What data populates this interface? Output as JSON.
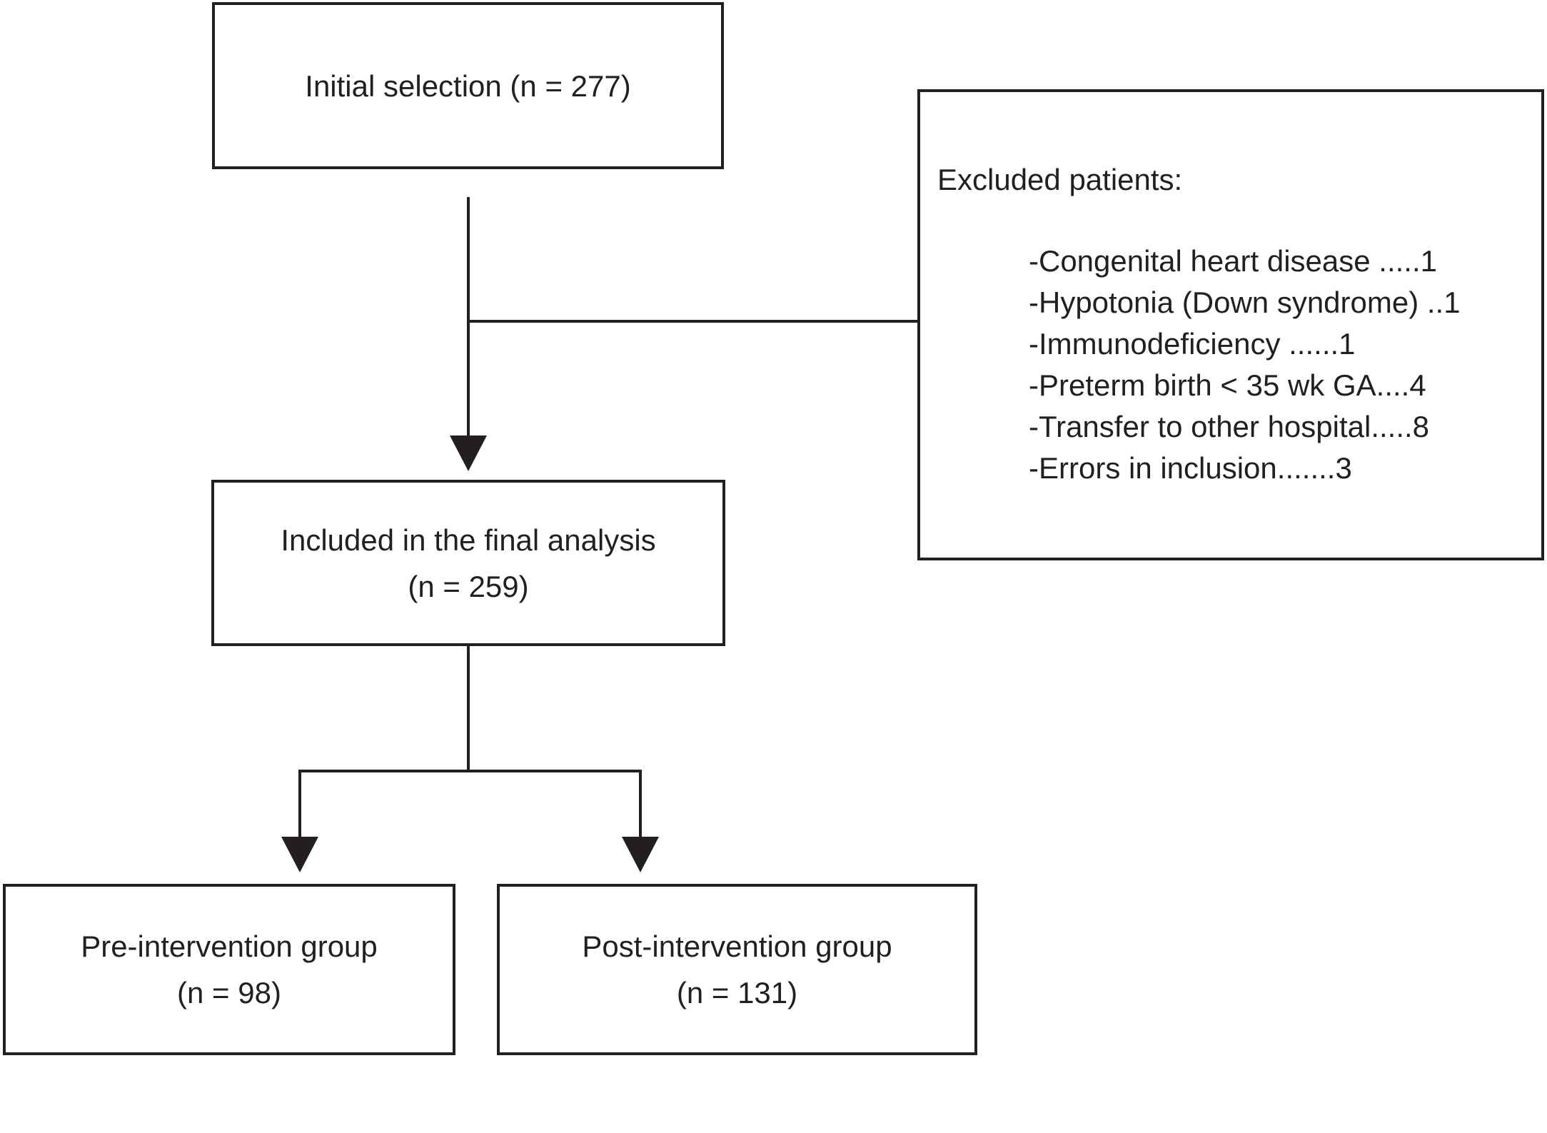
{
  "colors": {
    "ink": "#231f20",
    "background": "#ffffff"
  },
  "boxes": {
    "initial": {
      "label": "Initial selection (n = 277)"
    },
    "excluded": {
      "title": "Excluded patients:",
      "items": [
        "-Congenital heart disease .....1",
        "-Hypotonia (Down syndrome) ..1",
        "-Immunodeficiency ......1",
        "-Preterm birth < 35 wk GA....4",
        "-Transfer to other hospital.....8",
        "-Errors in inclusion.......3"
      ]
    },
    "included": {
      "line1": "Included in the final analysis",
      "line2": "(n = 259)"
    },
    "pre_intervention": {
      "line1": "Pre-intervention group",
      "line2": "(n = 98)"
    },
    "post_intervention": {
      "line1": "Post-intervention group",
      "line2": "(n = 131)"
    }
  }
}
